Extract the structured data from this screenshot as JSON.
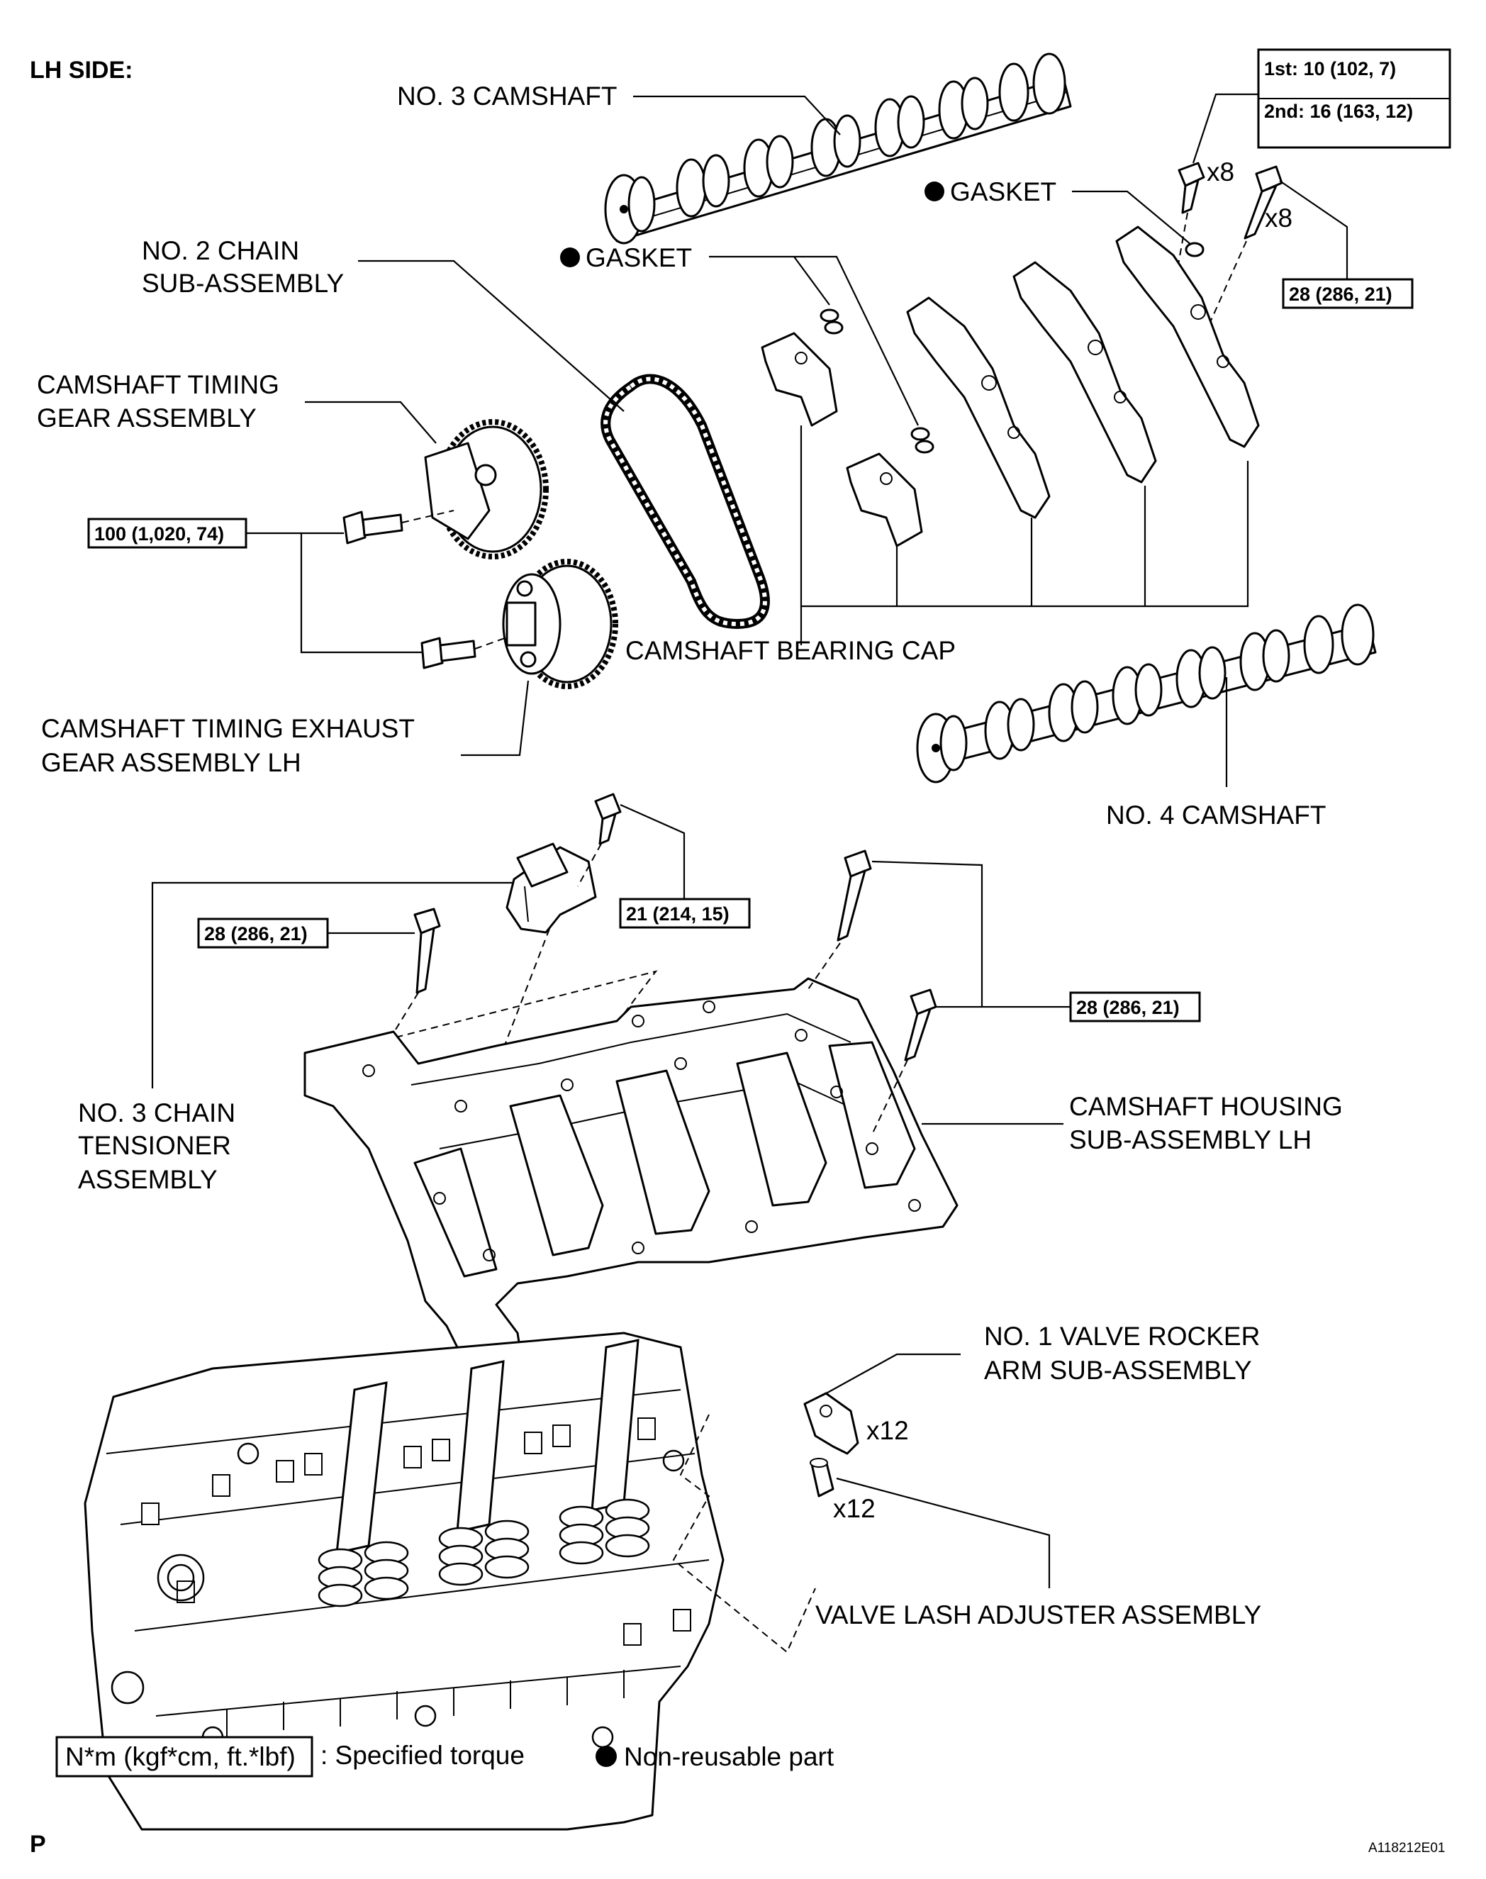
{
  "header": {
    "side_label": "LH SIDE:"
  },
  "parts": {
    "no3_camshaft": "NO. 3 CAMSHAFT",
    "no2_chain_line1": "NO. 2 CHAIN",
    "no2_chain_line2": "SUB-ASSEMBLY",
    "gasket_upper": "GASKET",
    "gasket_lower": "GASKET",
    "timing_gear_line1": "CAMSHAFT TIMING",
    "timing_gear_line2": "GEAR ASSEMBLY",
    "bearing_cap": "CAMSHAFT BEARING CAP",
    "exhaust_gear_line1": "CAMSHAFT TIMING EXHAUST",
    "exhaust_gear_line2": "GEAR ASSEMBLY LH",
    "no4_camshaft": "NO. 4 CAMSHAFT",
    "no3_tensioner_line1": "NO. 3 CHAIN",
    "no3_tensioner_line2": "TENSIONER",
    "no3_tensioner_line3": "ASSEMBLY",
    "housing_line1": "CAMSHAFT HOUSING",
    "housing_line2": "SUB-ASSEMBLY LH",
    "rocker_line1": "NO. 1 VALVE ROCKER",
    "rocker_line2": "ARM SUB-ASSEMBLY",
    "lash_adjuster": "VALVE LASH ADJUSTER ASSEMBLY"
  },
  "quantities": {
    "bolt_small": "x8",
    "bolt_large": "x8",
    "rocker": "x12",
    "lash": "x12"
  },
  "torques": {
    "cap_bolt_stage1": "1st: 10 (102, 7)",
    "cap_bolt_stage2": "2nd: 16 (163, 12)",
    "cap_bolt_large": "28 (286, 21)",
    "gear_bolt": "100 (1,020, 74)",
    "tensioner_bolt_top": "21 (214, 15)",
    "tensioner_bolt_left": "28 (286, 21)",
    "housing_bolt": "28 (286, 21)"
  },
  "legend": {
    "torque_box": "N*m (kgf*cm, ft.*lbf)",
    "torque_desc": ": Specified torque",
    "nonreusable_desc": "Non-reusable part"
  },
  "footer": {
    "section_letter": "P",
    "figure_id": "A118212E01"
  }
}
